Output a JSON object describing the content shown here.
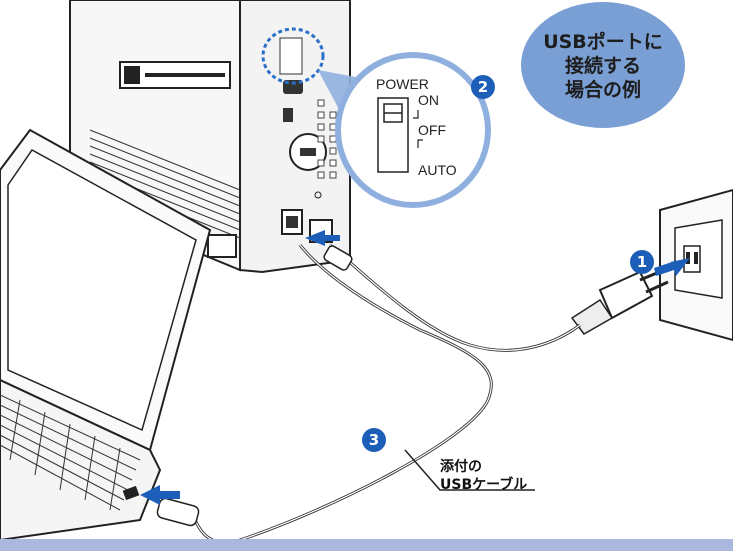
{
  "bubble": {
    "line1": "USBポートに",
    "line2": "接続する",
    "line3": "場合の例"
  },
  "steps": {
    "step1": "1",
    "step2": "2",
    "step3": "3"
  },
  "power_switch": {
    "title": "POWER",
    "on": "ON",
    "off": "OFF",
    "auto": "AUTO"
  },
  "cable_label": {
    "line1": "添付の",
    "line2": "USBケーブル"
  },
  "colors": {
    "bubble": "#7a9fd4",
    "step_badge": "#1d5fb8",
    "arrow": "#1d5fb8",
    "bottom_bar": "#aab8dd"
  }
}
